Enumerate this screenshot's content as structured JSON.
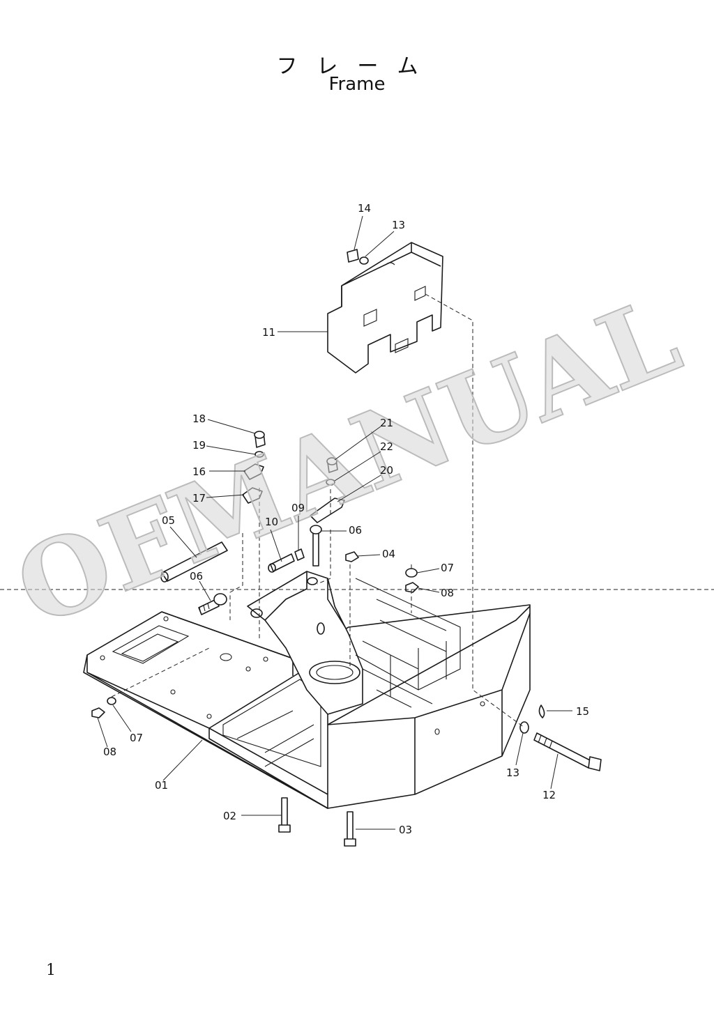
{
  "title": {
    "japanese": "フレーム",
    "english": "Frame"
  },
  "watermark": "OFMANUAL",
  "page_number": "1",
  "part_callouts": [
    "01",
    "02",
    "03",
    "04",
    "05",
    "06",
    "06",
    "07",
    "07",
    "08",
    "08",
    "09",
    "10",
    "11",
    "12",
    "13",
    "13",
    "14",
    "15",
    "16",
    "17",
    "18",
    "19",
    "20",
    "21",
    "22"
  ]
}
